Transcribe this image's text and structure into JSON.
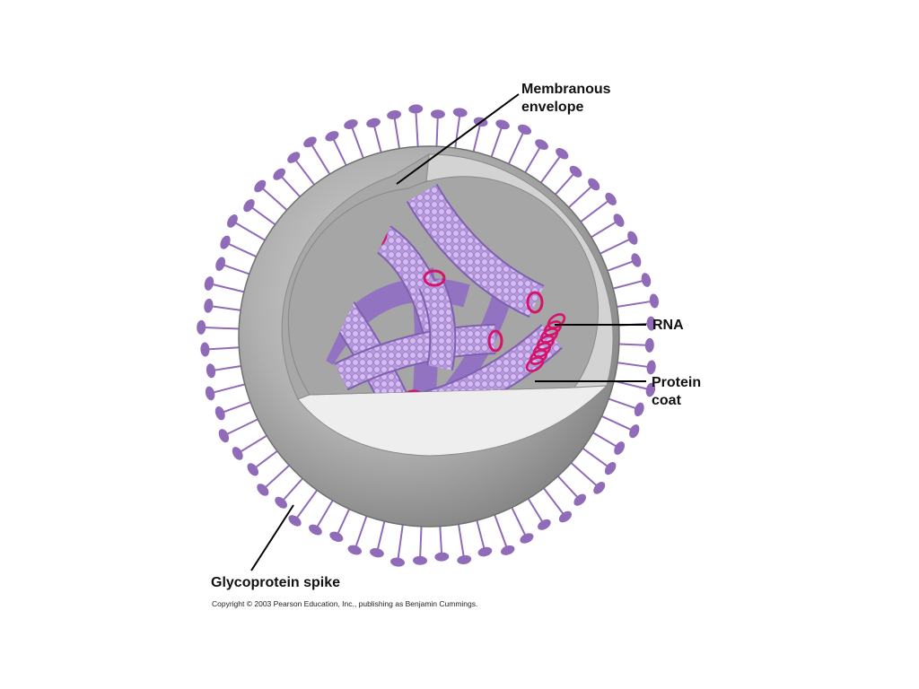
{
  "labels": {
    "membranous_envelope_line1": "Membranous",
    "membranous_envelope_line2": "envelope",
    "rna": "RNA",
    "protein_coat_line1": "Protein",
    "protein_coat_line2": "coat",
    "glycoprotein_spike": "Glycoprotein spike"
  },
  "copyright": "Copyright © 2003 Pearson Education, Inc., publishing as Benjamin Cummings.",
  "colors": {
    "spike": "#8f6bb8",
    "envelope_outer": "#9c9c9c",
    "envelope_cut": "#d6d6d6",
    "interior": "#a9a9a9",
    "capsid": "#c7b0e6",
    "rna": "#d4146a"
  }
}
